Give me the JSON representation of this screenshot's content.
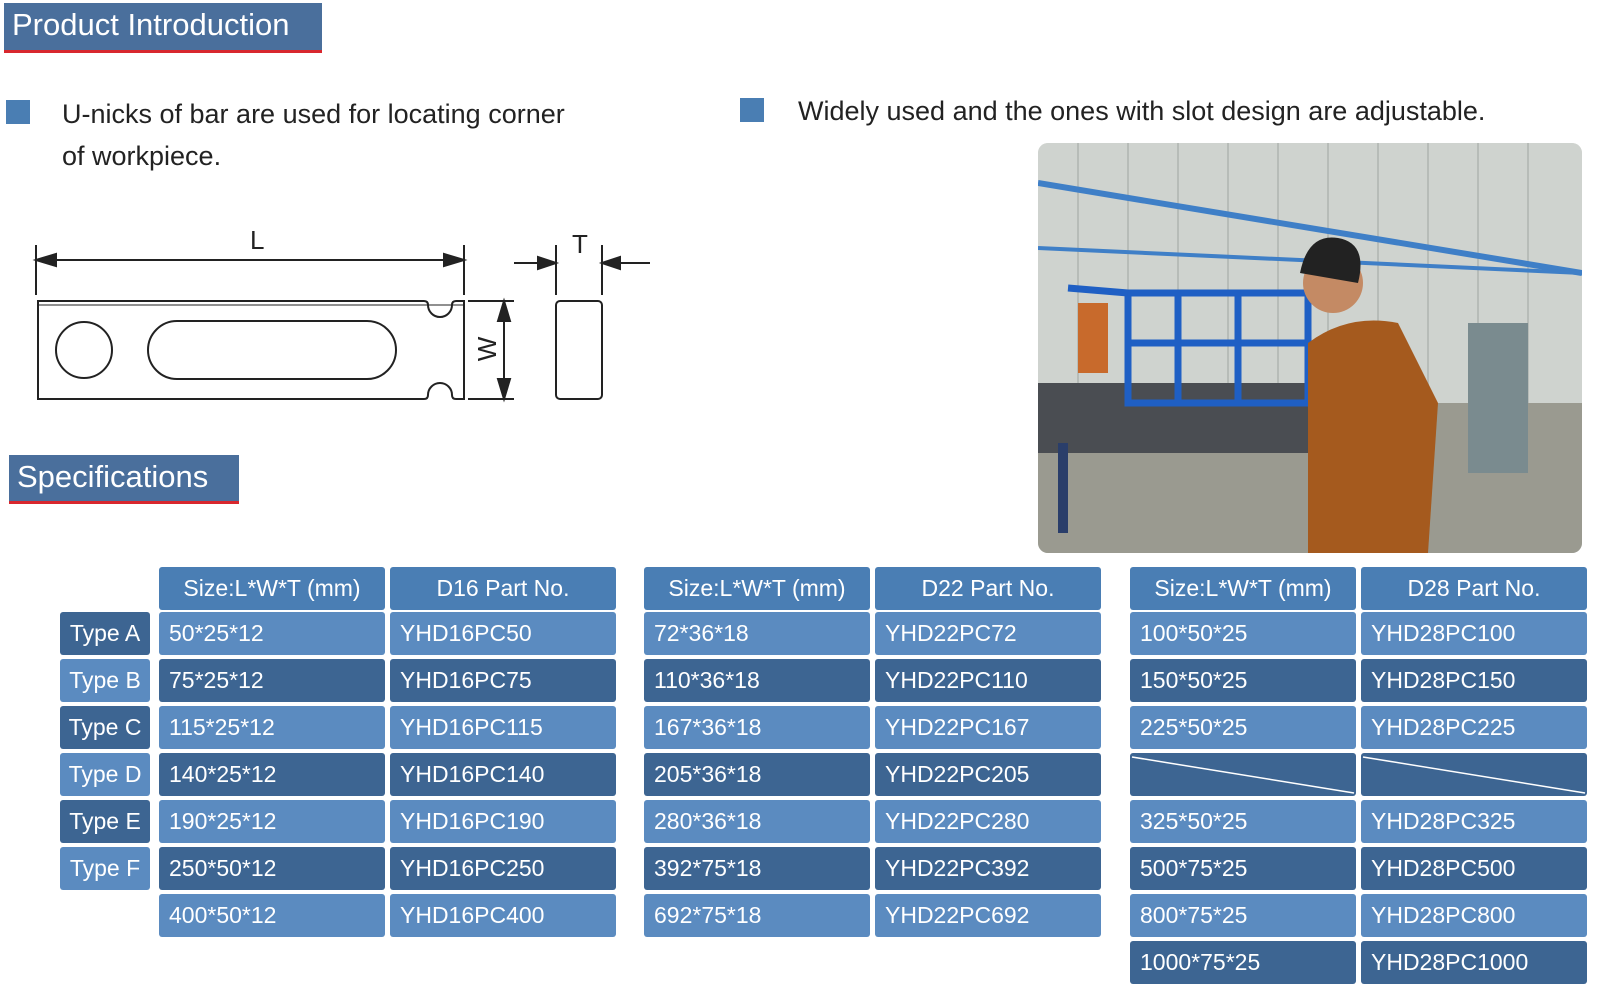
{
  "headers": {
    "intro": "Product Introduction",
    "spec": "Specifications"
  },
  "intro": {
    "left_text_line1": "U-nicks of bar are used for locating corner",
    "left_text_line2": "of workpiece.",
    "right_text": "Widely used and the ones with slot design are adjustable."
  },
  "drawing": {
    "label_L": "L",
    "label_T": "T",
    "label_W": "W"
  },
  "types": [
    "Type A",
    "Type B",
    "Type C",
    "Type D",
    "Type E",
    "Type F"
  ],
  "tables": [
    {
      "size_header": "Size:L*W*T (mm)",
      "part_header": "D16 Part No.",
      "rows": [
        [
          "50*25*12",
          "YHD16PC50"
        ],
        [
          "75*25*12",
          "YHD16PC75"
        ],
        [
          "115*25*12",
          "YHD16PC115"
        ],
        [
          "140*25*12",
          "YHD16PC140"
        ],
        [
          "190*25*12",
          "YHD16PC190"
        ],
        [
          "250*50*12",
          "YHD16PC250"
        ],
        [
          "400*50*12",
          "YHD16PC400"
        ]
      ]
    },
    {
      "size_header": "Size:L*W*T (mm)",
      "part_header": "D22 Part No.",
      "rows": [
        [
          "72*36*18",
          "YHD22PC72"
        ],
        [
          "110*36*18",
          "YHD22PC110"
        ],
        [
          "167*36*18",
          "YHD22PC167"
        ],
        [
          "205*36*18",
          "YHD22PC205"
        ],
        [
          "280*36*18",
          "YHD22PC280"
        ],
        [
          "392*75*18",
          "YHD22PC392"
        ],
        [
          "692*75*18",
          "YHD22PC692"
        ]
      ]
    },
    {
      "size_header": "Size:L*W*T (mm)",
      "part_header": "D28 Part No.",
      "rows": [
        [
          "100*50*25",
          "YHD28PC100"
        ],
        [
          "150*50*25",
          "YHD28PC150"
        ],
        [
          "225*50*25",
          "YHD28PC225"
        ],
        [
          "",
          ""
        ],
        [
          "325*50*25",
          "YHD28PC325"
        ],
        [
          "500*75*25",
          "YHD28PC500"
        ],
        [
          "800*75*25",
          "YHD28PC800"
        ],
        [
          "1000*75*25",
          "YHD28PC1000"
        ]
      ]
    }
  ]
}
